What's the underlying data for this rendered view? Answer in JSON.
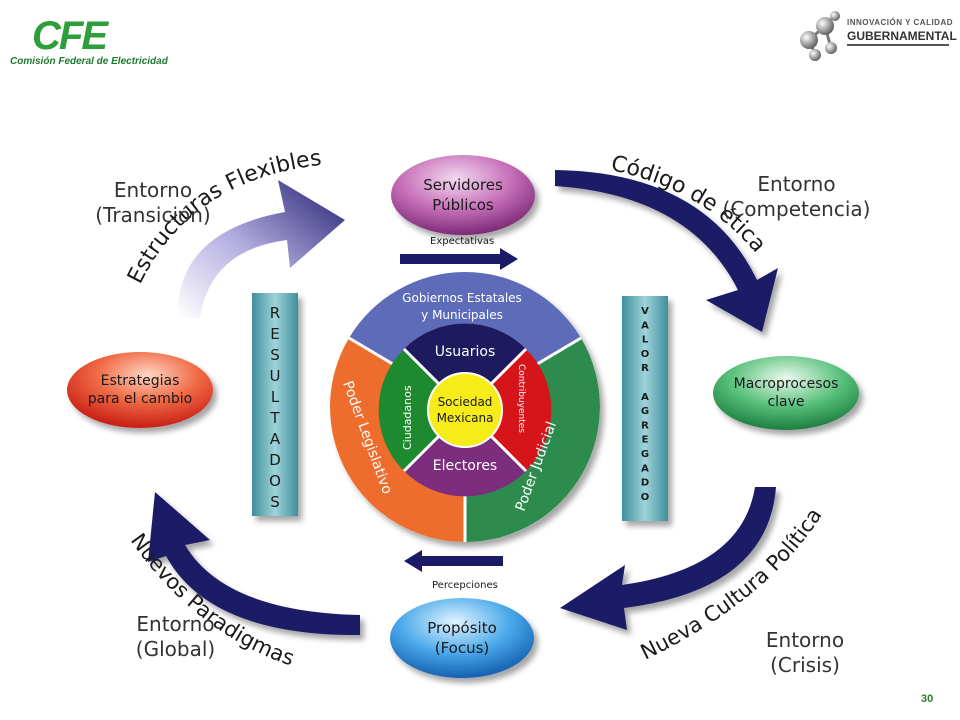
{
  "header": {
    "left_logo": {
      "mark": "CFE",
      "subtitle": "Comisión Federal de Electricidad"
    },
    "right_logo": {
      "line1": "INNOVACIÓN Y CALIDAD",
      "line2": "GUBERNAMENTAL"
    }
  },
  "corners": {
    "top_left": {
      "line1": "Entorno",
      "line2": "(Transición)"
    },
    "top_right": {
      "line1": "Entorno",
      "line2": "(Competencia)"
    },
    "bottom_left": {
      "line1": "Entorno",
      "line2": "(Global)"
    },
    "bottom_right": {
      "line1": "Entorno",
      "line2": "(Crisis)"
    }
  },
  "ovals": {
    "top": {
      "line1": "Servidores",
      "line2": "Públicos"
    },
    "left": {
      "line1": "Estrategias",
      "line2": "para el cambio"
    },
    "right": {
      "line1": "Macroprocesos",
      "line2": "clave"
    },
    "bottom": {
      "line1": "Propósito",
      "line2": "(Focus)"
    }
  },
  "arrow_labels": {
    "top_left": "Estructuras Flexibles",
    "top_right": "Código de ética",
    "bottom_right": "Nueva Cultura Política",
    "bottom_left": "Nuevos Paradigmas"
  },
  "small_arrows": {
    "top": "Expectativas",
    "bottom": "Percepciones"
  },
  "side_bars": {
    "left": [
      "R",
      "E",
      "S",
      "U",
      "L",
      "T",
      "A",
      "D",
      "O",
      "S"
    ],
    "right": [
      "V",
      "A",
      "L",
      "O",
      "R",
      "",
      "A",
      "G",
      "R",
      "E",
      "G",
      "A",
      "D",
      "O"
    ]
  },
  "circle": {
    "outer_top": {
      "line1": "Gobiernos Estatales",
      "line2": "y Municipales"
    },
    "outer_left": "Poder Legislativo",
    "outer_right": "Poder Judicial",
    "inner_top": "Usuarios",
    "inner_bottom": "Electores",
    "inner_left": "Ciudadanos",
    "inner_right": "Contribuyentes",
    "center": {
      "line1": "Sociedad",
      "line2": "Mexicana"
    }
  },
  "page_number": "30",
  "colors": {
    "dark_navy": "#1c1a66",
    "outer_top": "#5d6bb9",
    "outer_left": "#ef6d2c",
    "outer_right": "#2e8b4e",
    "inner_top": "#1e1a5e",
    "inner_bottom": "#7d2d7d",
    "inner_left": "#1d8a2f",
    "inner_right": "#d6151b",
    "center": "#f6ec1a",
    "bar": "#7bbec6"
  }
}
